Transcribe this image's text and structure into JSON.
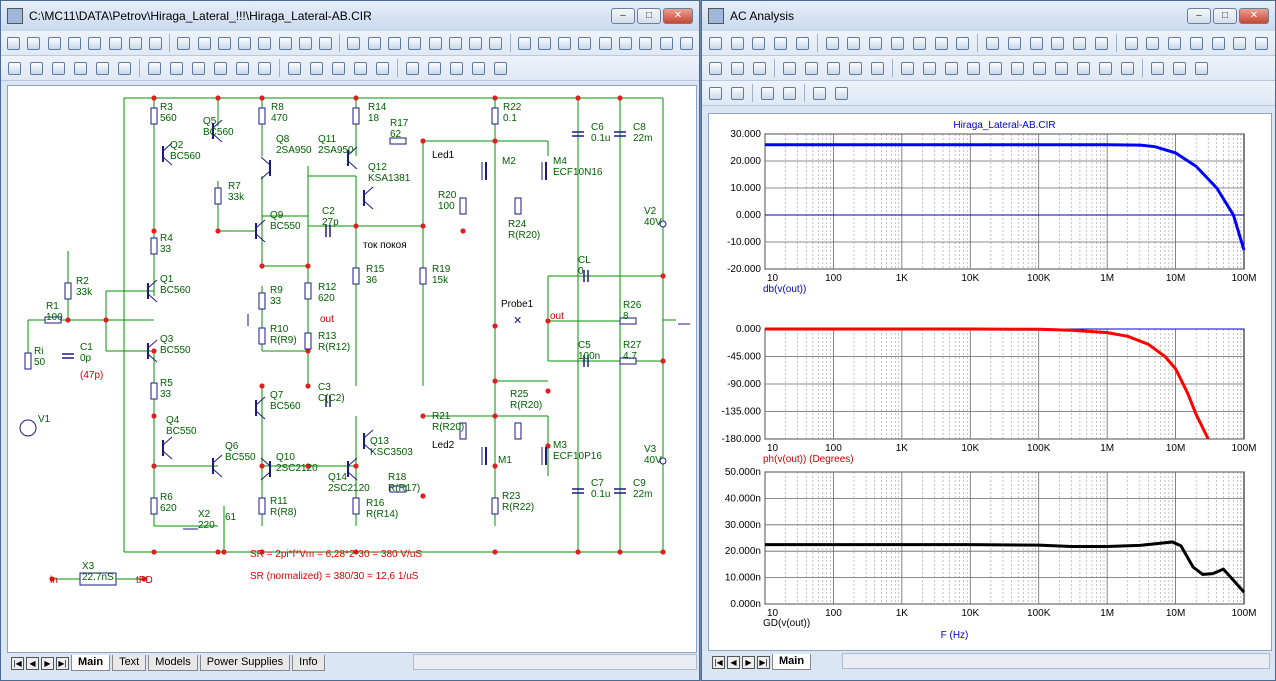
{
  "schematic_window": {
    "title": "C:\\MC11\\DATA\\Petrov\\Hiraga_Lateral_!!!\\Hiraga_Lateral-AB.CIR",
    "tabs": [
      "Main",
      "Text",
      "Models",
      "Power Supplies",
      "Info"
    ],
    "active_tab": "Main",
    "components": [
      {
        "ref": "R3",
        "value": "560"
      },
      {
        "ref": "Q5",
        "value": "BC560"
      },
      {
        "ref": "R8",
        "value": "470"
      },
      {
        "ref": "R14",
        "value": "18"
      },
      {
        "ref": "R22",
        "value": "0.1"
      },
      {
        "ref": "Q2",
        "value": "BC560"
      },
      {
        "ref": "Q8",
        "value": "2SA950"
      },
      {
        "ref": "Q11",
        "value": "2SA950"
      },
      {
        "ref": "R17",
        "value": "62"
      },
      {
        "ref": "C6",
        "value": "0.1u"
      },
      {
        "ref": "C8",
        "value": "22m"
      },
      {
        "ref": "R7",
        "value": "33k"
      },
      {
        "ref": "Q12",
        "value": "KSA1381"
      },
      {
        "ref": "M2",
        "value": ""
      },
      {
        "ref": "M4",
        "value": "ECF10N16"
      },
      {
        "ref": "R20",
        "value": "100"
      },
      {
        "ref": "Q9",
        "value": "BC550"
      },
      {
        "ref": "C2",
        "value": "27p"
      },
      {
        "ref": "R24",
        "value": "R(R20)"
      },
      {
        "ref": "V2",
        "value": "40V"
      },
      {
        "ref": "R4",
        "value": "33"
      },
      {
        "ref": "R15",
        "value": "36"
      },
      {
        "ref": "R19",
        "value": "15k"
      },
      {
        "ref": "Q1",
        "value": "BC560"
      },
      {
        "ref": "R2",
        "value": "33k"
      },
      {
        "ref": "R9",
        "value": "33"
      },
      {
        "ref": "R12",
        "value": "620"
      },
      {
        "ref": "CL",
        "value": "0"
      },
      {
        "ref": "R1",
        "value": "100"
      },
      {
        "ref": "R26",
        "value": "8"
      },
      {
        "ref": "Q3",
        "value": "BC550"
      },
      {
        "ref": "R10",
        "value": "R(R9)"
      },
      {
        "ref": "R13",
        "value": "R(R12)"
      },
      {
        "ref": "C5",
        "value": "100n"
      },
      {
        "ref": "R27",
        "value": "4.7"
      },
      {
        "ref": "C1",
        "value": "0p"
      },
      {
        "ref": "Ri",
        "value": "50"
      },
      {
        "ref": "R5",
        "value": "33"
      },
      {
        "ref": "C3",
        "value": "C(C2)"
      },
      {
        "ref": "Q7",
        "value": "BC560"
      },
      {
        "ref": "R25",
        "value": "R(R20)"
      },
      {
        "ref": "V1",
        "value": ""
      },
      {
        "ref": "Q4",
        "value": "BC550"
      },
      {
        "ref": "R21",
        "value": "R(R20)"
      },
      {
        "ref": "Q13",
        "value": "KSC3503"
      },
      {
        "ref": "M1",
        "value": ""
      },
      {
        "ref": "M3",
        "value": "ECF10P16"
      },
      {
        "ref": "Q6",
        "value": "BC550"
      },
      {
        "ref": "Q10",
        "value": "2SC2120"
      },
      {
        "ref": "Q14",
        "value": "2SC2120"
      },
      {
        "ref": "R18",
        "value": "R(R17)"
      },
      {
        "ref": "C7",
        "value": "0.1u"
      },
      {
        "ref": "C9",
        "value": "22m"
      },
      {
        "ref": "V3",
        "value": "40V"
      },
      {
        "ref": "R6",
        "value": "620"
      },
      {
        "ref": "R11",
        "value": "R(R8)"
      },
      {
        "ref": "R16",
        "value": "R(R14)"
      },
      {
        "ref": "R23",
        "value": "R(R22)"
      },
      {
        "ref": "X2",
        "value": "220"
      },
      {
        "ref": "X3",
        "value": "22.7nS"
      }
    ],
    "extra_labels": {
      "c1_alt": "(47p)",
      "idle_current": "ток покоя",
      "led1": "Led1",
      "led2": "Led2",
      "probe": "Probe1",
      "out1": "out",
      "out2": "out",
      "x2_pin": "61",
      "x3_in": "in",
      "x3_out": "tPD"
    },
    "formulas": [
      "SR = 2pi*f*Vm = 6,28*2*30 = 380 V/uS",
      "SR (normalized) = 380/30 = 12,6  1/uS"
    ]
  },
  "analysis_window": {
    "title": "AC Analysis",
    "tabs": [
      "Main"
    ],
    "active_tab": "Main"
  },
  "chart_data": [
    {
      "type": "line",
      "title": "Hiraga_Lateral-AB.CIR",
      "xlabel": "",
      "ylabel": "",
      "x_scale": "log",
      "x_ticks": [
        "10",
        "100",
        "1K",
        "10K",
        "100K",
        "1M",
        "10M",
        "100M"
      ],
      "xlim": [
        10,
        100000000
      ],
      "y_ticks": [
        "30.000",
        "20.000",
        "10.000",
        "0.000",
        "-10.000",
        "-20.000"
      ],
      "ylim": [
        -20,
        30
      ],
      "grid": true,
      "series": [
        {
          "name": "db(v(out))",
          "color": "#0000ff",
          "x": [
            10,
            100,
            1000,
            10000,
            100000,
            1000000,
            3000000,
            5000000,
            10000000,
            20000000,
            40000000,
            70000000,
            100000000
          ],
          "y": [
            26,
            26,
            26,
            26,
            26,
            26,
            25.9,
            25.3,
            23,
            18,
            10,
            0,
            -13
          ]
        }
      ]
    },
    {
      "type": "line",
      "xlabel": "",
      "ylabel": "",
      "x_scale": "log",
      "x_ticks": [
        "10",
        "100",
        "1K",
        "10K",
        "100K",
        "1M",
        "10M",
        "100M"
      ],
      "xlim": [
        10,
        100000000
      ],
      "y_ticks": [
        "0.000",
        "-45.000",
        "-90.000",
        "-135.000",
        "-180.000"
      ],
      "ylim": [
        -180,
        0
      ],
      "grid": true,
      "series": [
        {
          "name": "ph(v(out)) (Degrees)",
          "color": "#ff0000",
          "x": [
            10,
            100,
            1000,
            10000,
            100000,
            300000,
            1000000,
            2000000,
            4000000,
            7000000,
            10000000,
            15000000,
            20000000,
            30000000
          ],
          "y": [
            0,
            0,
            0,
            0,
            -0.5,
            -2,
            -6,
            -12,
            -25,
            -45,
            -65,
            -105,
            -140,
            -180
          ]
        }
      ]
    },
    {
      "type": "line",
      "xlabel": "F (Hz)",
      "ylabel": "",
      "x_scale": "log",
      "x_ticks": [
        "10",
        "100",
        "1K",
        "10K",
        "100K",
        "1M",
        "10M",
        "100M"
      ],
      "xlim": [
        10,
        100000000
      ],
      "y_ticks": [
        "50.000n",
        "40.000n",
        "30.000n",
        "20.000n",
        "10.000n",
        "0.000n"
      ],
      "ylim": [
        0,
        50
      ],
      "grid": true,
      "series": [
        {
          "name": "GD(v(out))",
          "color": "#000000",
          "x": [
            10,
            1000,
            10000,
            100000,
            300000,
            1000000,
            3000000,
            6000000,
            9000000,
            12000000,
            18000000,
            25000000,
            35000000,
            50000000,
            70000000,
            100000000
          ],
          "y": [
            22.5,
            22.5,
            22.5,
            22.3,
            21.8,
            21.8,
            22.2,
            23,
            23.5,
            22,
            14,
            11.2,
            11.5,
            13.2,
            9,
            4.5
          ]
        }
      ]
    }
  ]
}
